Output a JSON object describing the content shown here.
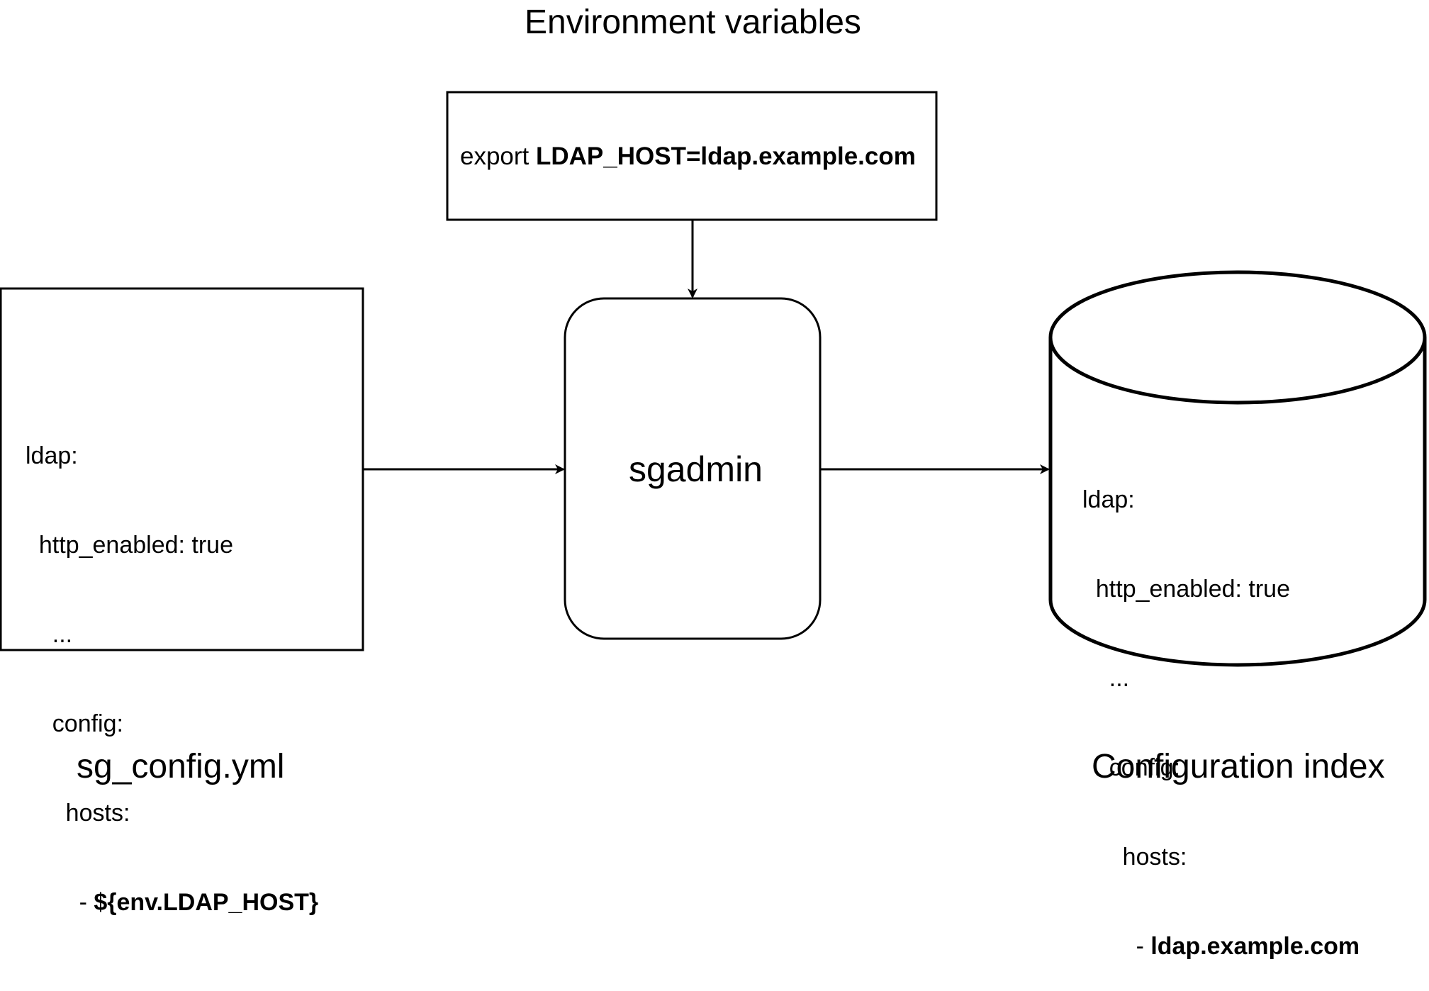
{
  "captions": {
    "env_title": "Environment variables",
    "config_file": "sg_config.yml",
    "config_index": "Configuration index"
  },
  "env_box": {
    "prefix": "export ",
    "assignment": "LDAP_HOST=ldap.example.com"
  },
  "sgadmin": {
    "label": "sgadmin"
  },
  "config_file_box": {
    "lines": [
      "ldap:",
      "  http_enabled: true",
      "    ...",
      "    config:",
      "      hosts:",
      "        - "
    ],
    "host_value": "${env.LDAP_HOST}"
  },
  "config_index_cylinder": {
    "lines": [
      "ldap:",
      "  http_enabled: true",
      "    ...",
      "    config:",
      "      hosts:",
      "        - "
    ],
    "host_value": "ldap.example.com"
  },
  "colors": {
    "stroke": "#000000",
    "background": "#ffffff"
  }
}
